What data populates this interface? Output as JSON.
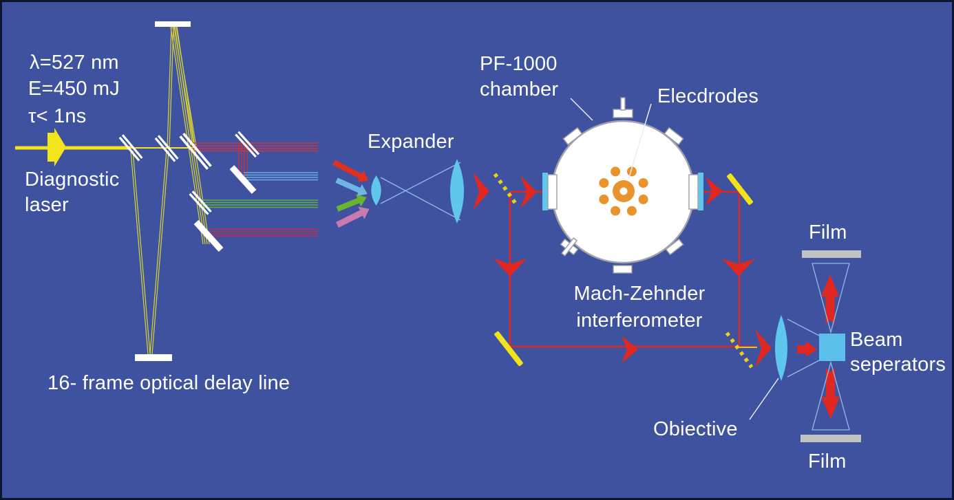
{
  "labels": {
    "laser_wavelength": "λ=527 nm",
    "laser_energy": "E=450 mJ",
    "laser_pulse": "τ< 1ns",
    "diagnostic_laser": "Diagnostic\nlaser",
    "delay_line": "16- frame optical delay line",
    "expander": "Expander",
    "chamber": "PF-1000\nchamber",
    "electrodes": "Elecdrodes",
    "interferometer": "Mach-Zehnder\ninterferometer",
    "objective": "Obiective",
    "film_top": "Film",
    "film_bottom": "Film",
    "beam_separators": "Beam\nseperators"
  },
  "colors": {
    "background": "#3E52A0",
    "border": "#0E1430",
    "text": "#FFFFFF",
    "beam_yellow": "#F2E51C",
    "beam_yellow_thin": "#D2CE3A",
    "mirror_white": "#FFFFFF",
    "mirror_yellow": "#F0E31C",
    "beamsplitter_dotted_yellow": "#EDD117",
    "beam_red": "#C83440",
    "beam_crimson": "#B23355",
    "beam_blue": "#64AEE2",
    "beam_green": "#5CB53A",
    "arrow_red": "#E02820",
    "frame_arrow_red": "#E03020",
    "frame_arrow_blue": "#6FB7E2",
    "frame_arrow_green": "#69B52F",
    "frame_arrow_pink": "#C77CB0",
    "lens_blue": "#5FC6EC",
    "cube_blue": "#5CC0EA",
    "electrode_orange": "#E8932E",
    "film_gray": "#C2C2C2",
    "chamber_fill": "#FFFFFF",
    "chamber_stroke": "#A2A2AA",
    "guide_line_blue": "#93BBE4",
    "pointer_line": "#E8EEF8"
  }
}
